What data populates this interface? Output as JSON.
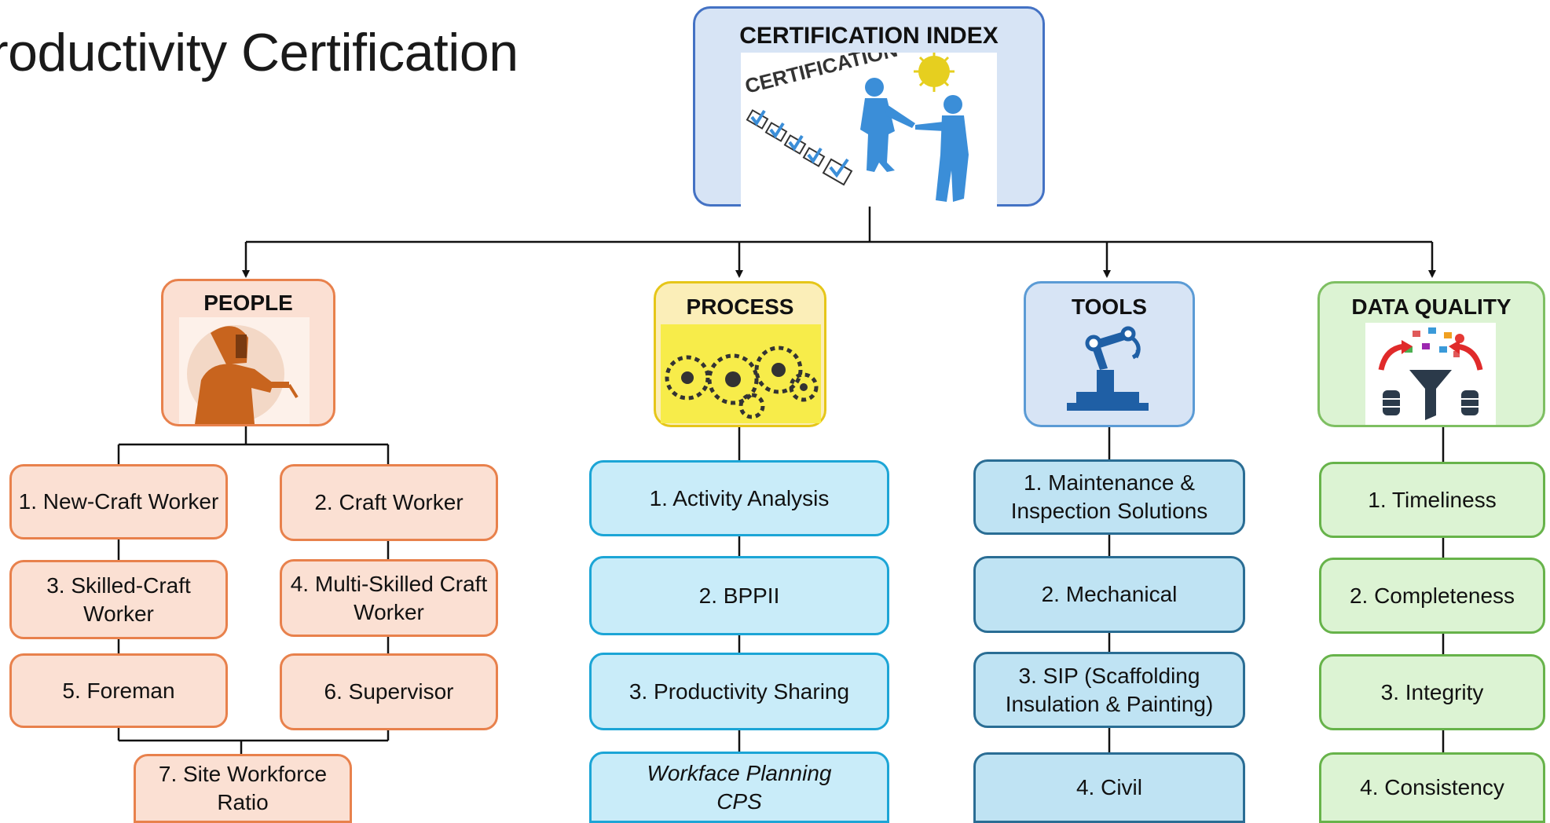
{
  "title": "roductivity Certification",
  "root": {
    "label": "CERTIFICATION INDEX",
    "image_text": "CERTIFICATION"
  },
  "categories": {
    "people": {
      "label": "PEOPLE",
      "items": [
        "1. New-Craft Worker",
        "2. Craft Worker",
        "3. Skilled-Craft Worker",
        "4. Multi-Skilled Craft Worker",
        "5. Foreman",
        "6. Supervisor",
        "7. Site Workforce Ratio"
      ]
    },
    "process": {
      "label": "PROCESS",
      "items": [
        "1. Activity Analysis",
        "2. BPPII",
        "3. Productivity Sharing"
      ],
      "extra_line1": "Workface Planning",
      "extra_line2": "CPS"
    },
    "tools": {
      "label": "TOOLS",
      "items": [
        "1. Maintenance & Inspection Solutions",
        "2. Mechanical",
        "3. SIP (Scaffolding Insulation & Painting)",
        "4. Civil"
      ]
    },
    "data_quality": {
      "label": "DATA QUALITY",
      "items": [
        "1. Timeliness",
        "2. Completeness",
        "3. Integrity",
        "4. Consistency"
      ]
    }
  },
  "colors": {
    "people": "#e8814c",
    "process": "#1ca5d6",
    "tools": "#2a6d94",
    "data_quality": "#67b34a",
    "root": "#4472c4"
  }
}
